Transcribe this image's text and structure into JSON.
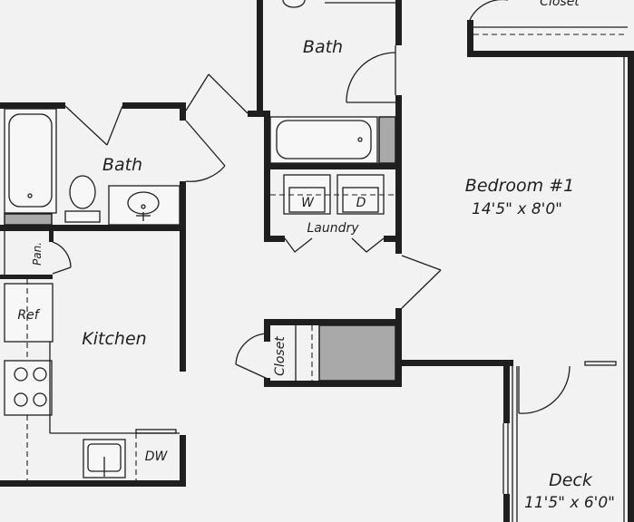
{
  "rooms": {
    "bath_upper": "Bath",
    "bath_left": "Bath",
    "kitchen": "Kitchen",
    "laundry": "Laundry",
    "bedroom": "Bedroom #1",
    "bedroom_dim": "14'5\" x 8'0\"",
    "deck": "Deck",
    "deck_dim": "11'5\" x 6'0\""
  },
  "fixtures": {
    "closet_top": "Closet",
    "closet_mid": "Closet",
    "pantry": "Pan.",
    "refrigerator": "Ref",
    "dishwasher": "DW",
    "washer": "W",
    "dryer": "D"
  }
}
